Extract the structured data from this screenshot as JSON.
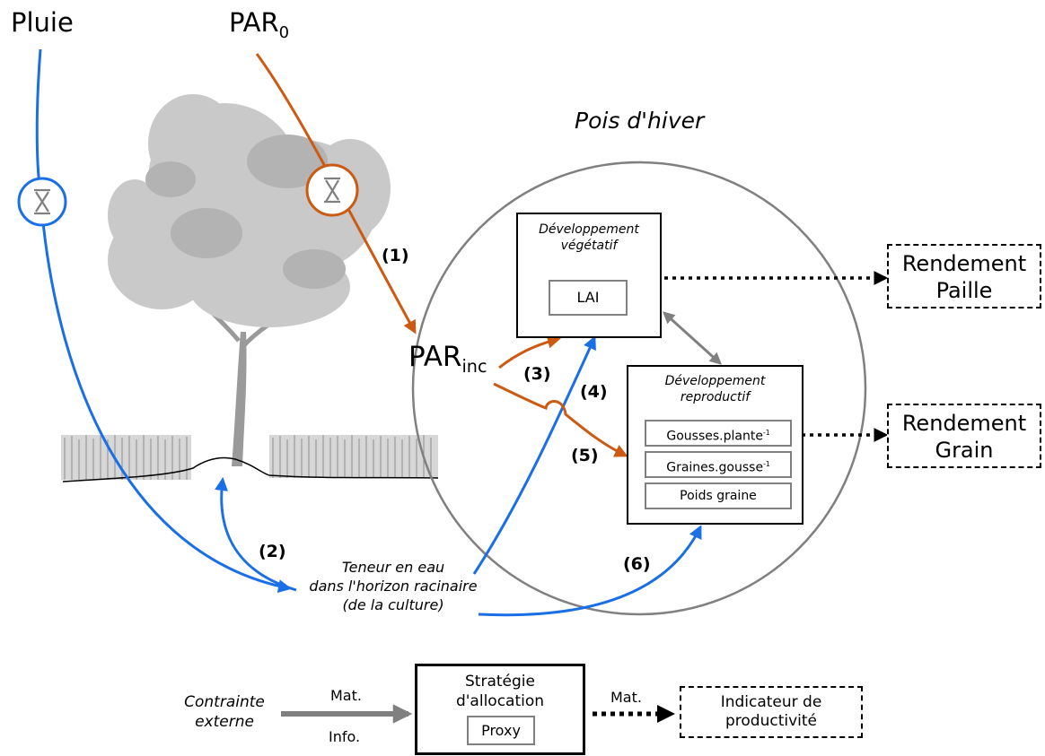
{
  "inputs": {
    "rain": "Pluie",
    "par0_main": "PAR",
    "par0_sub": "0"
  },
  "crop_title": "Pois d'hiver",
  "par_inc": {
    "main": "PAR",
    "sub": "inc"
  },
  "flux_labels": {
    "f1": "(1)",
    "f2": "(2)",
    "f3": "(3)",
    "f4": "(4)",
    "f5": "(5)",
    "f6": "(6)"
  },
  "vegetative": {
    "title_line1": "Développement",
    "title_line2": "végétatif",
    "proxy": "LAI"
  },
  "reproductive": {
    "title_line1": "Développement",
    "title_line2": "reproductif",
    "proxies": [
      {
        "main": "Gousses.plante",
        "sup": "-1"
      },
      {
        "main": "Graines.gousse",
        "sup": "-1"
      },
      {
        "main": "Poids graine",
        "sup": ""
      }
    ]
  },
  "outputs": {
    "straw_line1": "Rendement",
    "straw_line2": "Paille",
    "grain_line1": "Rendement",
    "grain_line2": "Grain"
  },
  "soil_water": {
    "line1": "Teneur en eau",
    "line2": "dans l'horizon racinaire",
    "line3": "(de la culture)"
  },
  "legend": {
    "constraint_line1": "Contrainte",
    "constraint_line2": "externe",
    "mat_in": "Mat.",
    "info_in": "Info.",
    "strategy_line1": "Stratégie",
    "strategy_line2": "d'allocation",
    "proxy": "Proxy",
    "mat_out": "Mat.",
    "indicator_line1": "Indicateur de",
    "indicator_line2": "productivité"
  },
  "colors": {
    "water": "#1a6fe6",
    "light": "#cc5a12",
    "info": "#808080",
    "output": "#000000"
  },
  "icons": {
    "rain_filter": "hourglass-icon",
    "light_filter": "hourglass-icon",
    "tree": "tree-illustration",
    "crop": "crop-field-illustration"
  }
}
